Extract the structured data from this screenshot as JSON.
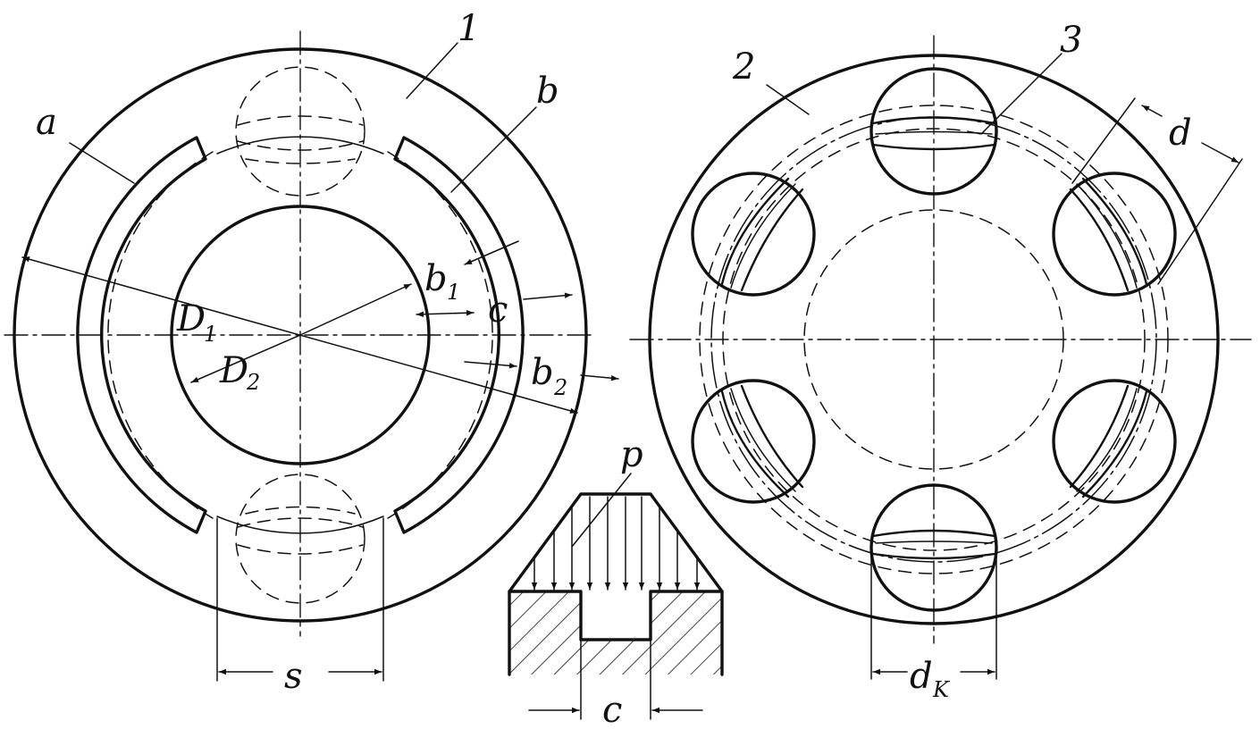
{
  "figure": {
    "left_view": {
      "part_number": "1",
      "groove_a": "a",
      "groove_b": "b",
      "dim_D1": "D",
      "dim_D1_sub": "1",
      "dim_D2": "D",
      "dim_D2_sub": "2",
      "dim_b1": "b",
      "dim_b1_sub": "1",
      "dim_b2": "b",
      "dim_b2_sub": "2",
      "dim_c": "c",
      "dim_s": "s"
    },
    "right_view": {
      "part_number_disc": "2",
      "part_number_ball": "3",
      "dim_d": "d",
      "dim_dk": "d",
      "dim_dk_sub": "K"
    },
    "section": {
      "pressure_label": "p",
      "dim_c": "c"
    }
  }
}
